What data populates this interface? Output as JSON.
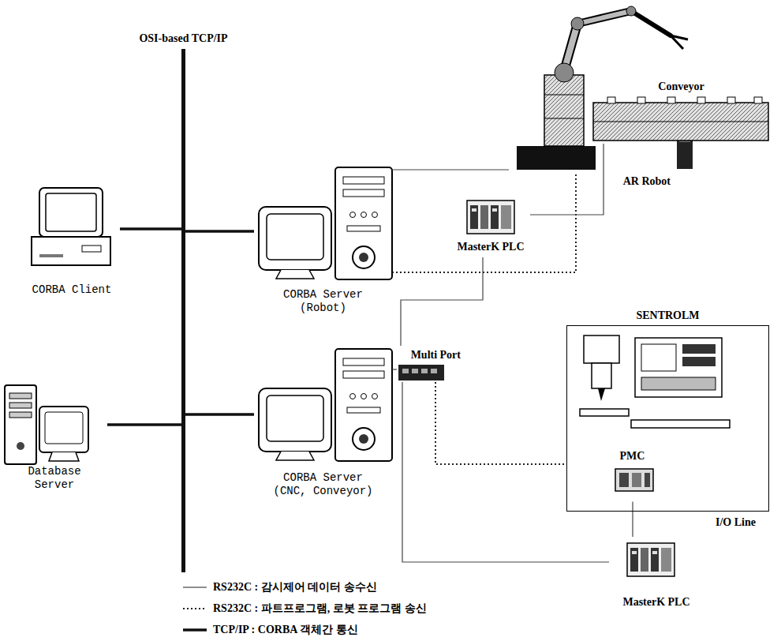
{
  "diagram": {
    "nodes": [
      {
        "text": [
          "OSI-based TCP/IP"
        ]
      },
      {
        "text": [
          "CORBA Client"
        ]
      },
      {
        "text": [
          "Database Server"
        ]
      },
      {
        "text": [
          "CORBA Server (Robot)"
        ]
      },
      {
        "text": [
          "CORBA Server (CNC, Conveyor)"
        ]
      },
      {
        "text": [
          "AR Robot"
        ]
      },
      {
        "text": [
          "Conveyor"
        ]
      },
      {
        "text": [
          "MasterK PLC"
        ]
      },
      {
        "text": [
          "Multi Port"
        ]
      },
      {
        "text": [
          "SENTROLM"
        ]
      },
      {
        "text": [
          "PMC"
        ],
        "in": 9
      },
      {
        "text": [
          "MasterK PLC"
        ]
      }
    ],
    "edges": [
      {
        "from": 1,
        "to": 0,
        "arrow": "none"
      },
      {
        "from": 2,
        "to": 0,
        "arrow": "none"
      },
      {
        "from": 3,
        "to": 0,
        "arrow": "none"
      },
      {
        "from": 4,
        "to": 0,
        "arrow": "none"
      },
      {
        "from": 3,
        "to": 5,
        "arrow": "none"
      },
      {
        "from": 3,
        "to": 5,
        "arrow": "none"
      },
      {
        "from": 4,
        "to": 8,
        "arrow": "none"
      },
      {
        "from": 8,
        "to": 7,
        "arrow": "none"
      },
      {
        "from": 7,
        "to": 6,
        "arrow": "none"
      },
      {
        "from": 8,
        "to": 9,
        "arrow": "none"
      },
      {
        "from": 8,
        "to": 11,
        "arrow": "none"
      },
      {
        "from": 10,
        "to": 11,
        "arrow": "none",
        "label": "I/O Line"
      }
    ],
    "legend": [
      {
        "text": "RS232C : 감시제어 데이터 송수신"
      },
      {
        "text": "RS232C : 파트프로그램, 로봇 프로그램 송신"
      },
      {
        "text": "TCP/IP : CORBA 객체간 통신"
      }
    ]
  }
}
